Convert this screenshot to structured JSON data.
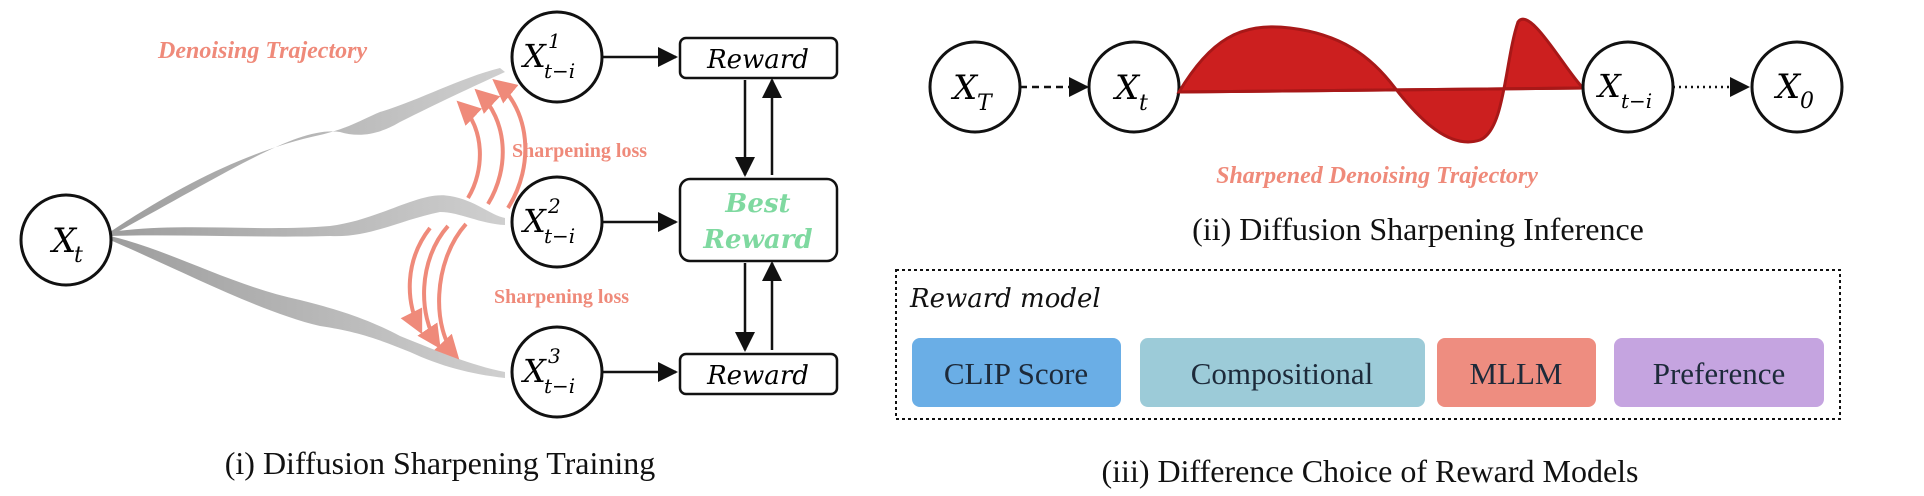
{
  "panel_i": {
    "caption": "(i) Diffusion Sharpening Training",
    "trajectory_label": "Denoising Trajectory",
    "loss_label_1": "Sharpening loss",
    "loss_label_2": "Sharpening loss",
    "source_node": "X_t",
    "branch_nodes": [
      {
        "base": "X",
        "sup": "1",
        "sub": "t−i"
      },
      {
        "base": "X",
        "sup": "2",
        "sub": "t−i"
      },
      {
        "base": "X",
        "sup": "3",
        "sub": "t−i"
      }
    ],
    "reward_top": "Reward",
    "best_reward_line1": "Best",
    "best_reward_line2": "Reward",
    "reward_bottom": "Reward"
  },
  "panel_ii": {
    "caption": "(ii) Diffusion Sharpening Inference",
    "trajectory_label": "Sharpened Denoising Trajectory",
    "nodes": [
      {
        "base": "X",
        "sub": "T"
      },
      {
        "base": "X",
        "sub": "t"
      },
      {
        "base": "X",
        "sub": "t−i"
      },
      {
        "base": "X",
        "sub": "0"
      }
    ]
  },
  "panel_iii": {
    "caption": "(iii) Difference Choice of Reward Models",
    "title": "Reward model",
    "models": [
      {
        "label": "CLIP Score",
        "color": "#6aaee6"
      },
      {
        "label": "Compositional",
        "color": "#9ccbd8"
      },
      {
        "label": "MLLM",
        "color": "#ee8d80"
      },
      {
        "label": "Preference",
        "color": "#c5a4e0"
      }
    ]
  },
  "colors": {
    "salmon": "#ef8a7a",
    "green": "#7fd9a0",
    "red_trajectory": "#cc1f1f",
    "gray_ribbon": "#b8b8b8"
  }
}
